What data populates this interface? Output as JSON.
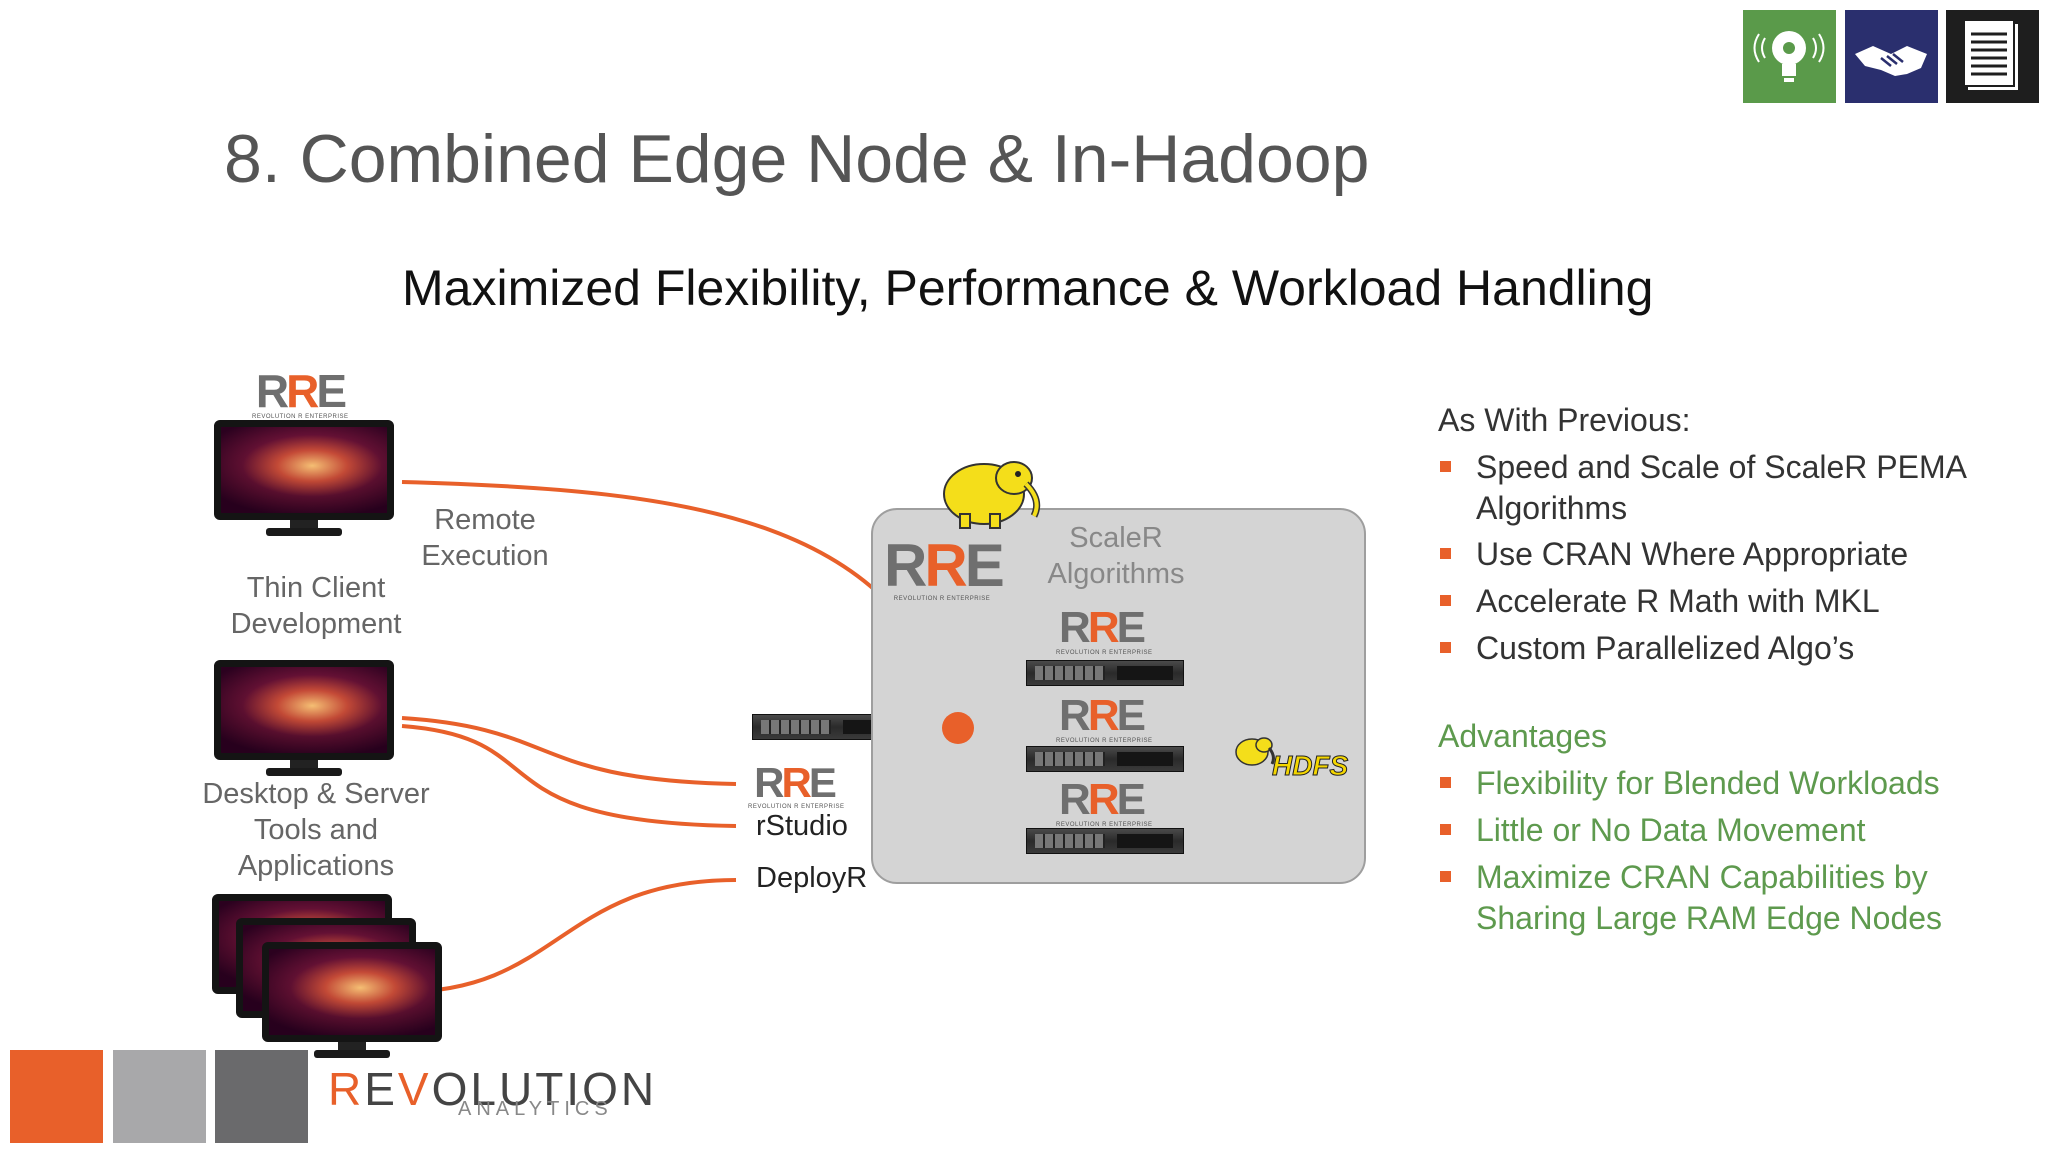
{
  "top_icons": [
    "lightbulb-icon",
    "handshake-icon",
    "document-list-icon"
  ],
  "title": "8.  Combined Edge Node & In-Hadoop",
  "subtitle": "Maximized Flexibility, Performance & Workload Handling",
  "rre_logo": {
    "mark_left": "R",
    "mark_mid": "R",
    "mark_right": "E",
    "tagline": "REVOLUTION R ENTERPRISE"
  },
  "diagram": {
    "remote_execution": [
      "Remote",
      "Execution"
    ],
    "thin_client": [
      "Thin Client",
      "Development"
    ],
    "desktop_server": [
      "Desktop & Server",
      "Tools and",
      "Applications"
    ],
    "scaler": [
      "ScaleR",
      "Algorithms"
    ],
    "rstudio": "rStudio",
    "deployr": "DeployR",
    "hdfs": "HDFS"
  },
  "right_panel": {
    "previous_heading": "As With Previous:",
    "previous_items": [
      "Speed and Scale of ScaleR PEMA",
      "Algorithms",
      "Use CRAN Where Appropriate",
      "Accelerate R Math with MKL",
      "Custom Parallelized Algo’s"
    ],
    "advantages_heading": "Advantages",
    "advantages_items": [
      "Flexibility for Blended Workloads",
      "Little or No Data Movement",
      "Maximize CRAN Capabilities by",
      "Sharing Large RAM Edge Nodes"
    ]
  },
  "footer_logo": {
    "word_a": "R",
    "word_b": "E",
    "word_c": "V",
    "word_d": "O",
    "word_e": "LUTION",
    "sub": "ANALYTICS"
  },
  "colors": {
    "accent": "#e8602a",
    "green": "#5e9a4e",
    "icon_green": "#5a9a4a",
    "icon_navy": "#2a2f6e",
    "icon_dark": "#1e1e1e"
  }
}
